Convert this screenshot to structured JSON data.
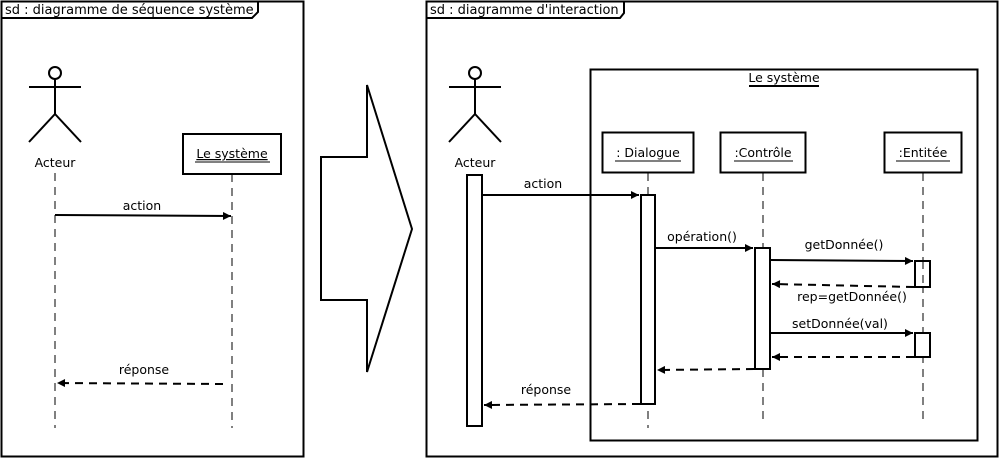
{
  "left_diagram": {
    "frame_title": "sd : diagramme de séquence système",
    "actor": {
      "label": "Acteur",
      "icon": "stick-figure-icon"
    },
    "system": {
      "label": "Le système"
    },
    "messages": [
      {
        "label": "action",
        "kind": "sync",
        "from": "Acteur",
        "to": "Le système"
      },
      {
        "label": "réponse",
        "kind": "return",
        "from": "Le système",
        "to": "Acteur"
      }
    ]
  },
  "transition": {
    "icon": "right-arrow-icon"
  },
  "right_diagram": {
    "frame_title": "sd : diagramme d'interaction",
    "actor": {
      "label": "Acteur",
      "icon": "stick-figure-icon"
    },
    "system_frame": {
      "label": "Le système"
    },
    "lifelines": [
      {
        "label": ": Dialogue"
      },
      {
        "label": ":Contrôle"
      },
      {
        "label": ":Entitée"
      }
    ],
    "messages": [
      {
        "label": "action",
        "kind": "sync",
        "from": "Acteur",
        "to": ": Dialogue"
      },
      {
        "label": "opération()",
        "kind": "sync",
        "from": ": Dialogue",
        "to": ":Contrôle"
      },
      {
        "label": "getDonnée()",
        "kind": "sync",
        "from": ":Contrôle",
        "to": ":Entitée"
      },
      {
        "label": "rep=getDonnée()",
        "kind": "return",
        "from": ":Entitée",
        "to": ":Contrôle"
      },
      {
        "label": "setDonnée(val)",
        "kind": "sync",
        "from": ":Contrôle",
        "to": ":Entitée"
      },
      {
        "label": "",
        "kind": "return",
        "from": ":Entitée",
        "to": ":Contrôle"
      },
      {
        "label": "",
        "kind": "return",
        "from": ":Contrôle",
        "to": ": Dialogue"
      },
      {
        "label": "réponse",
        "kind": "return",
        "from": ": Dialogue",
        "to": "Acteur"
      }
    ]
  }
}
